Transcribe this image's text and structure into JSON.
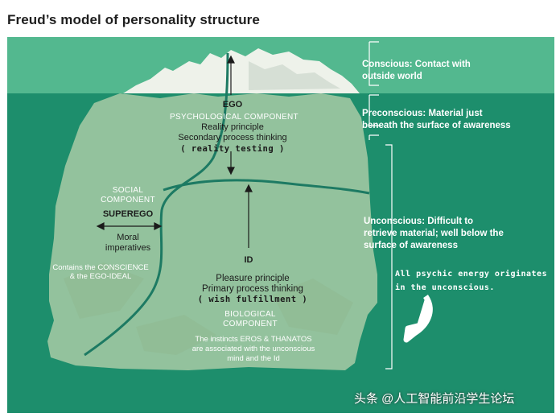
{
  "title": "Freud’s model of personality structure",
  "levels": {
    "conscious": [
      "Conscious: Contact with",
      "outside world"
    ],
    "preconscious": [
      "Preconscious: Material just",
      "beneath the surface of awareness"
    ],
    "unconscious": [
      "Unconscious: Difficult to",
      "retrieve material; well below the",
      "surface of awareness"
    ]
  },
  "ego": {
    "title": "EGO",
    "component": "PSYCHOLOGICAL COMPONENT",
    "principle": "Reality principle",
    "process": "Secondary process thinking",
    "note": "( reality testing )"
  },
  "superego": {
    "component": [
      "SOCIAL",
      "COMPONENT"
    ],
    "title": "SUPEREGO",
    "moral": [
      "Moral",
      "imperatives"
    ],
    "contains": [
      "Contains the CONSCIENCE",
      "& the EGO-IDEAL"
    ]
  },
  "id": {
    "title": "ID",
    "principle": "Pleasure principle",
    "process": "Primary process  thinking",
    "note": "( wish fulfillment )",
    "component": [
      "BIOLOGICAL",
      "COMPONENT"
    ],
    "instincts": [
      "The instincts EROS & THANATOS",
      "are associated with the unconscious",
      "mind and the Id"
    ]
  },
  "callout": [
    "All psychic energy originates",
    "in the unconscious."
  ],
  "watermark": "头条 @人工智能前沿学生论坛",
  "colors": {
    "water": "#1d8e6c",
    "sky": "#53b88f",
    "iceberg": "#a4c9a4",
    "iceberg_top": "#eef2ea",
    "boundary": "#1d7a63"
  }
}
